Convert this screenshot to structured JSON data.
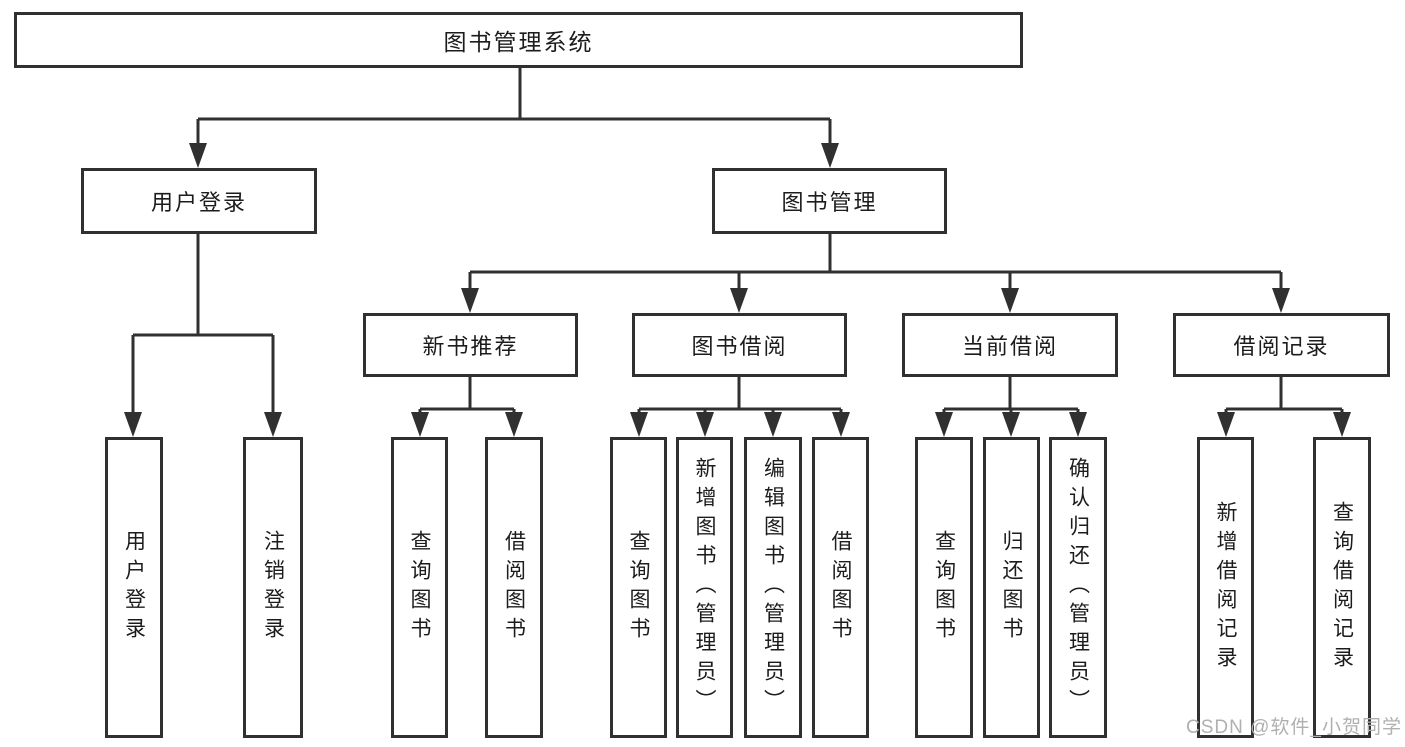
{
  "diagram_type": "hierarchy-tree",
  "colors": {
    "background": "#ffffff",
    "line": "#303030",
    "box_border": "#303030",
    "text": "#1c1c1c",
    "watermark": "#b0b0b0"
  },
  "tree": {
    "label": "图书管理系统",
    "children": [
      {
        "label": "用户登录",
        "children": [
          {
            "label": "用户登录"
          },
          {
            "label": "注销登录"
          }
        ]
      },
      {
        "label": "图书管理",
        "children": [
          {
            "label": "新书推荐",
            "children": [
              {
                "label": "查询图书"
              },
              {
                "label": "借阅图书"
              }
            ]
          },
          {
            "label": "图书借阅",
            "children": [
              {
                "label": "查询图书"
              },
              {
                "label": "新增图书（管理员）"
              },
              {
                "label": "编辑图书（管理员）"
              },
              {
                "label": "借阅图书"
              }
            ]
          },
          {
            "label": "当前借阅",
            "children": [
              {
                "label": "查询图书"
              },
              {
                "label": "归还图书"
              },
              {
                "label": "确认归还（管理员）"
              }
            ]
          },
          {
            "label": "借阅记录",
            "children": [
              {
                "label": "新增借阅记录"
              },
              {
                "label": "查询借阅记录"
              }
            ]
          }
        ]
      }
    ]
  },
  "watermark": {
    "text": "CSDN @软件_小贺同学"
  }
}
